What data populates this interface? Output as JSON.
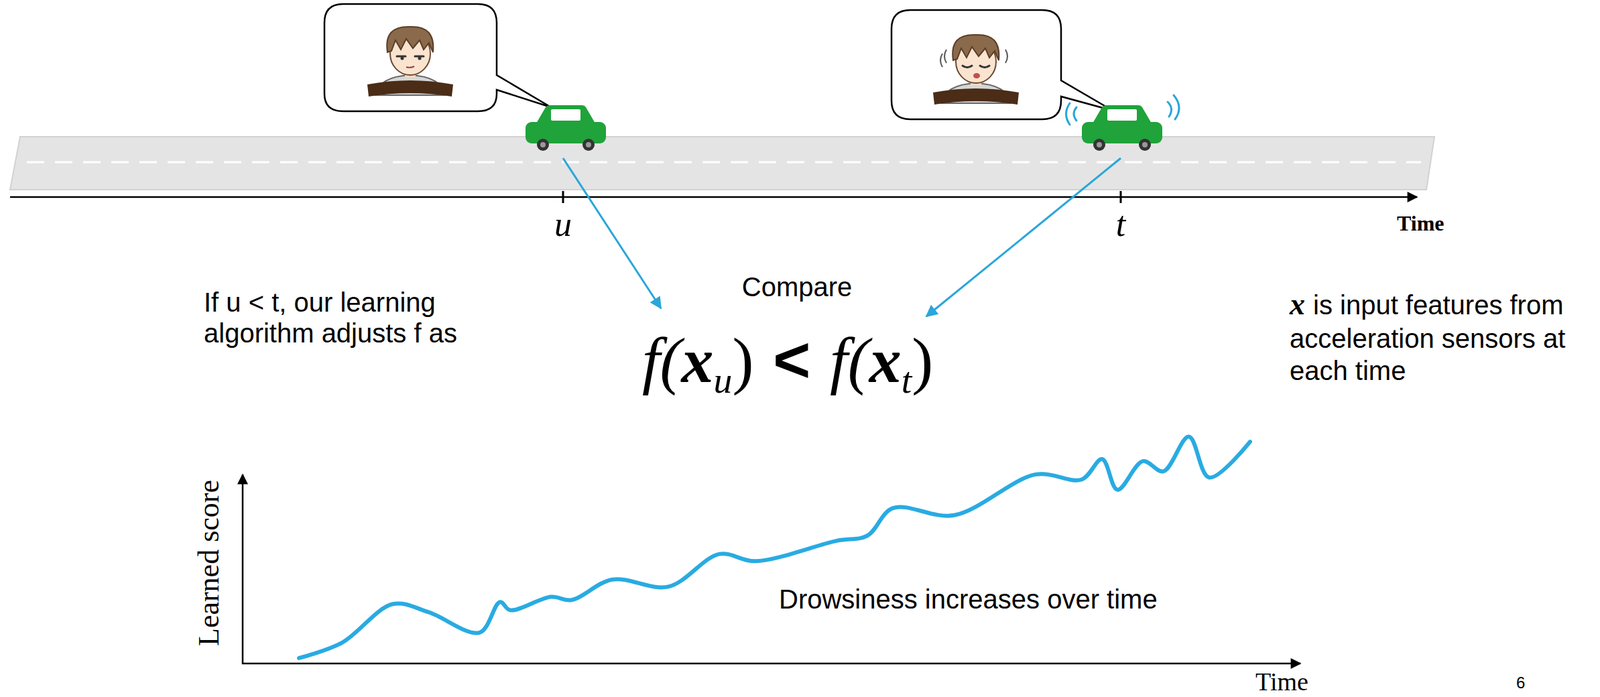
{
  "diagram": {
    "labels": [
      "u",
      "t",
      "Time",
      "If u < t, our learning algorithm adjusts f as",
      "Compare",
      "f(",
      "x",
      "u",
      ")",
      "<",
      "f(",
      "x",
      "t",
      ")",
      "x",
      "is input features from acceleration sensors at each time",
      "Learned score",
      "Time",
      "Drowsiness increases over time",
      "6"
    ]
  }
}
